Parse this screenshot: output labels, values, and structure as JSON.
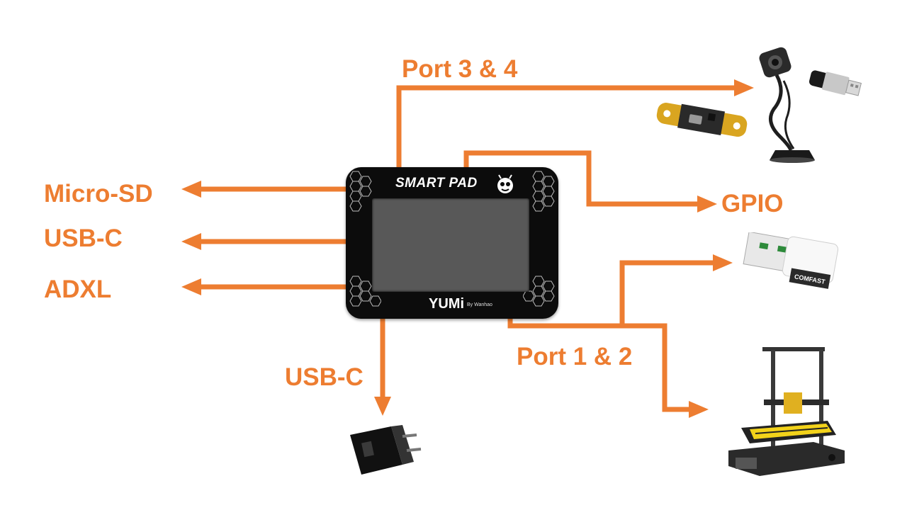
{
  "colors": {
    "accent": "#ED7D31",
    "device_body": "#0c0c0c",
    "device_screen": "#585858"
  },
  "labels": {
    "port_3_4": "Port 3 & 4",
    "port_1_2": "Port 1 & 2",
    "micro_sd": "Micro-SD",
    "usb_c_left": "USB-C",
    "adxl": "ADXL",
    "gpio": "GPIO",
    "usb_c_bottom": "USB-C"
  },
  "device": {
    "title": "SMART PAD",
    "brand": "YUMi",
    "brand_sub": "By Wanhao"
  },
  "peripherals": {
    "webcam": "webcam-icon",
    "usb_stick": "usb-flash-drive-icon",
    "adxl_board": "accelerometer-board-icon",
    "wifi_dongle": "usb-wifi-dongle-icon",
    "dongle_text": "COMFAST",
    "printer": "3d-printer-icon",
    "charger": "power-adapter-icon"
  }
}
